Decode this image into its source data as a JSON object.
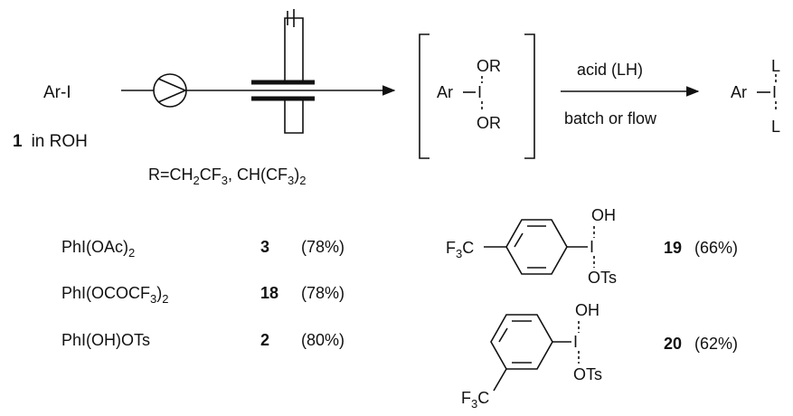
{
  "reaction": {
    "start_reagent": "Ar-I",
    "start_compound_num": "1",
    "start_solvent": "in ROH",
    "r_prefix": "R=CH",
    "r_sub1": "2",
    "r_mid": "CF",
    "r_sub2": "3",
    "r_rest": ", CH(CF",
    "r_sub3": "3",
    "r_close": ")",
    "r_sub4": "2",
    "intermediate_ar": "Ar",
    "intermediate_i": "I",
    "intermediate_or_top": "OR",
    "intermediate_or_bottom": "OR",
    "conditions_top": "acid (LH)",
    "conditions_bottom": "batch or flow",
    "product_ar": "Ar",
    "product_i": "I",
    "product_l_top": "L",
    "product_l_bottom": "L"
  },
  "products": [
    {
      "formula_main": "PhI(OAc)",
      "formula_sub": "2",
      "formula_tail": "",
      "number": "3",
      "yield": "(78%)"
    },
    {
      "formula_main": "PhI(OCOCF",
      "formula_sub": "3",
      "formula_tail": ")",
      "formula_sub2": "2",
      "number": "18",
      "yield": "(78%)"
    },
    {
      "formula_main": "PhI(OH)OTs",
      "formula_sub": "",
      "formula_tail": "",
      "number": "2",
      "yield": "(80%)"
    }
  ],
  "structures": [
    {
      "cf3_main": "F",
      "cf3_sub": "3",
      "cf3_c": "C",
      "oh": "OH",
      "iodine": "I",
      "ots": "OTs",
      "number": "19",
      "yield": "(66%)"
    },
    {
      "cf3_main": "F",
      "cf3_sub": "3",
      "cf3_c": "C",
      "oh": "OH",
      "iodine": "I",
      "ots": "OTs",
      "number": "20",
      "yield": "(62%)"
    }
  ]
}
